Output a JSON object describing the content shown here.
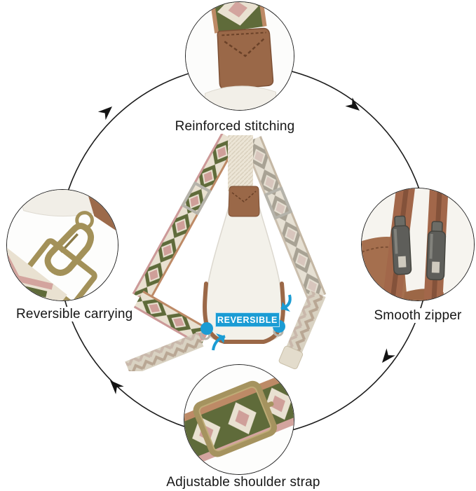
{
  "page": {
    "background": "#ffffff"
  },
  "badge": {
    "label": "REVERSIBLE",
    "bg": "#1b9cd4",
    "text_color": "#ffffff"
  },
  "features": {
    "top": {
      "label": "Reinforced stitching"
    },
    "right": {
      "label": "Smooth zipper"
    },
    "bottom": {
      "label": "Adjustable shoulder strap"
    },
    "left": {
      "label": "Reversible carrying"
    }
  },
  "icons": {
    "ring_arrows": "clockwise-arrow-icon",
    "reversible_pointers": "curved-blue-arrow-icon"
  },
  "colors": {
    "ring": "#1c1c1c",
    "accent_blue": "#1b9cd4",
    "strap_olive": "#5f6b3a",
    "strap_pink": "#cf9f99",
    "strap_cream": "#e9e1d1",
    "strap_tan": "#bd8a66",
    "leather_brown": "#9c6a4a",
    "hardware_silver": "#b5b3aa",
    "hardware_brass": "#a39159",
    "hardware_gunmetal": "#5e5e5a",
    "bag_white": "#f3f1ea"
  }
}
